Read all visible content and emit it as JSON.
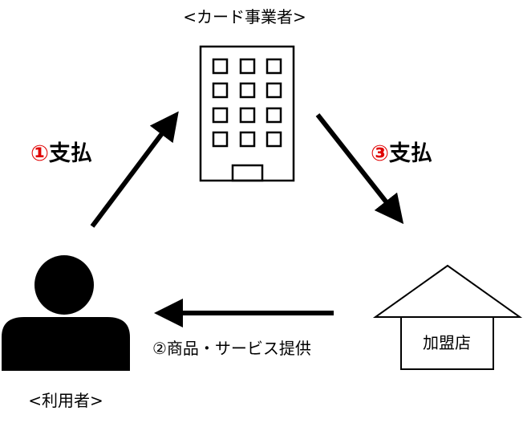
{
  "card_company_label": "<カード事業者>",
  "user_label": "<利用者>",
  "merchant_label": "加盟店",
  "step1": {
    "num": "①",
    "text": "支払"
  },
  "step2": "②商品・サービス提供",
  "step3": {
    "num": "③",
    "text": "支払"
  },
  "colors": {
    "step_number": "#e00000",
    "ink": "#000000"
  }
}
